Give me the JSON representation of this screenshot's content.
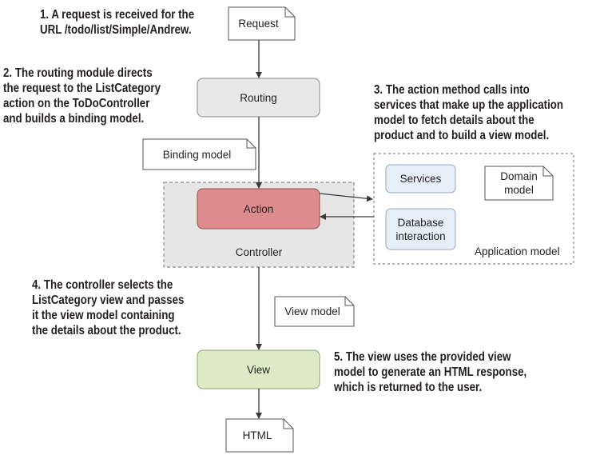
{
  "steps": [
    {
      "text": "1. A request is received for the\nURL /todo/list/Simple/Andrew."
    },
    {
      "text": "2. The routing module directs\nthe request to the ListCategory\naction on the ToDoController\nand builds a binding model."
    },
    {
      "text": "3. The action method calls into\nservices that make up the application\nmodel to fetch details about the\nproduct and to build a view model."
    },
    {
      "text": "4. The controller selects the\nListCategory view and passes\nit the view model containing\nthe details about the product."
    },
    {
      "text": "5. The view uses the provided view\nmodel to generate an HTML response,\nwhich is returned to the user."
    }
  ],
  "nodes": {
    "request": "Request",
    "routing": "Routing",
    "binding_model": "Binding model",
    "action": "Action",
    "controller": "Controller",
    "services": "Services",
    "domain_model": "Domain\nmodel",
    "database_interaction": "Database\ninteraction",
    "application_model": "Application model",
    "view_model": "View model",
    "view": "View",
    "html": "HTML"
  },
  "colors": {
    "routing_fill": "#e8e8e8",
    "action_fill": "#dc8c8c",
    "view_fill": "#dcebc6",
    "service_fill": "#e6eef8",
    "controller_fill": "#e6e6e6"
  }
}
